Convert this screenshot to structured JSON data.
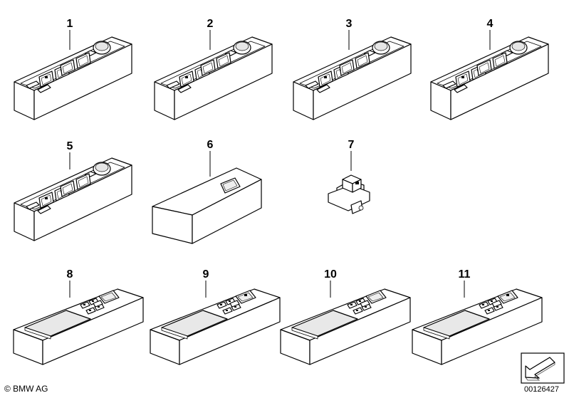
{
  "parts": [
    {
      "label": "1",
      "kind": "driver-console"
    },
    {
      "label": "2",
      "kind": "driver-console"
    },
    {
      "label": "3",
      "kind": "driver-console"
    },
    {
      "label": "4",
      "kind": "driver-console"
    },
    {
      "label": "5",
      "kind": "driver-console"
    },
    {
      "label": "6",
      "kind": "single-switch-panel"
    },
    {
      "label": "7",
      "kind": "single-switch"
    },
    {
      "label": "8",
      "kind": "rear-console"
    },
    {
      "label": "9",
      "kind": "rear-console"
    },
    {
      "label": "10",
      "kind": "rear-console"
    },
    {
      "label": "11",
      "kind": "rear-console"
    }
  ],
  "footer": {
    "copyright": "© BMW AG",
    "document_id": "00126427"
  },
  "icons": [
    "navigation-arrow-icon"
  ]
}
